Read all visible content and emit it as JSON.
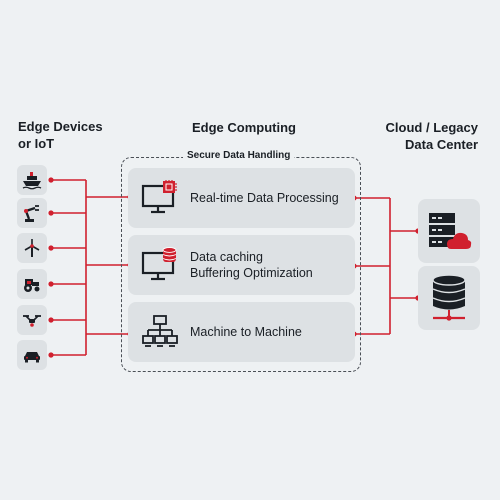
{
  "columns": {
    "left": {
      "line1": "Edge Devices",
      "line2": "or IoT"
    },
    "center": {
      "title": "Edge Computing"
    },
    "right": {
      "line1": "Cloud / Legacy",
      "line2": "Data Center"
    }
  },
  "secure_label": "Secure Data Handling",
  "cards": [
    {
      "lines": [
        "Real-time Data Processing"
      ],
      "icon": "monitor-chip-icon"
    },
    {
      "lines": [
        "Data caching",
        "Buffering Optimization"
      ],
      "icon": "monitor-database-icon"
    },
    {
      "lines": [
        "Machine to Machine"
      ],
      "icon": "network-icon"
    }
  ],
  "devices": [
    {
      "icon": "ship-icon"
    },
    {
      "icon": "robot-arm-icon"
    },
    {
      "icon": "wind-turbine-icon"
    },
    {
      "icon": "tractor-icon"
    },
    {
      "icon": "drone-icon"
    },
    {
      "icon": "car-icon"
    }
  ],
  "servers": [
    {
      "icon": "server-cloud-icon"
    },
    {
      "icon": "database-server-icon"
    }
  ],
  "colors": {
    "accent": "#d0202e",
    "dark": "#1a1f25",
    "card": "#dde1e4",
    "background": "#eef1f3"
  }
}
